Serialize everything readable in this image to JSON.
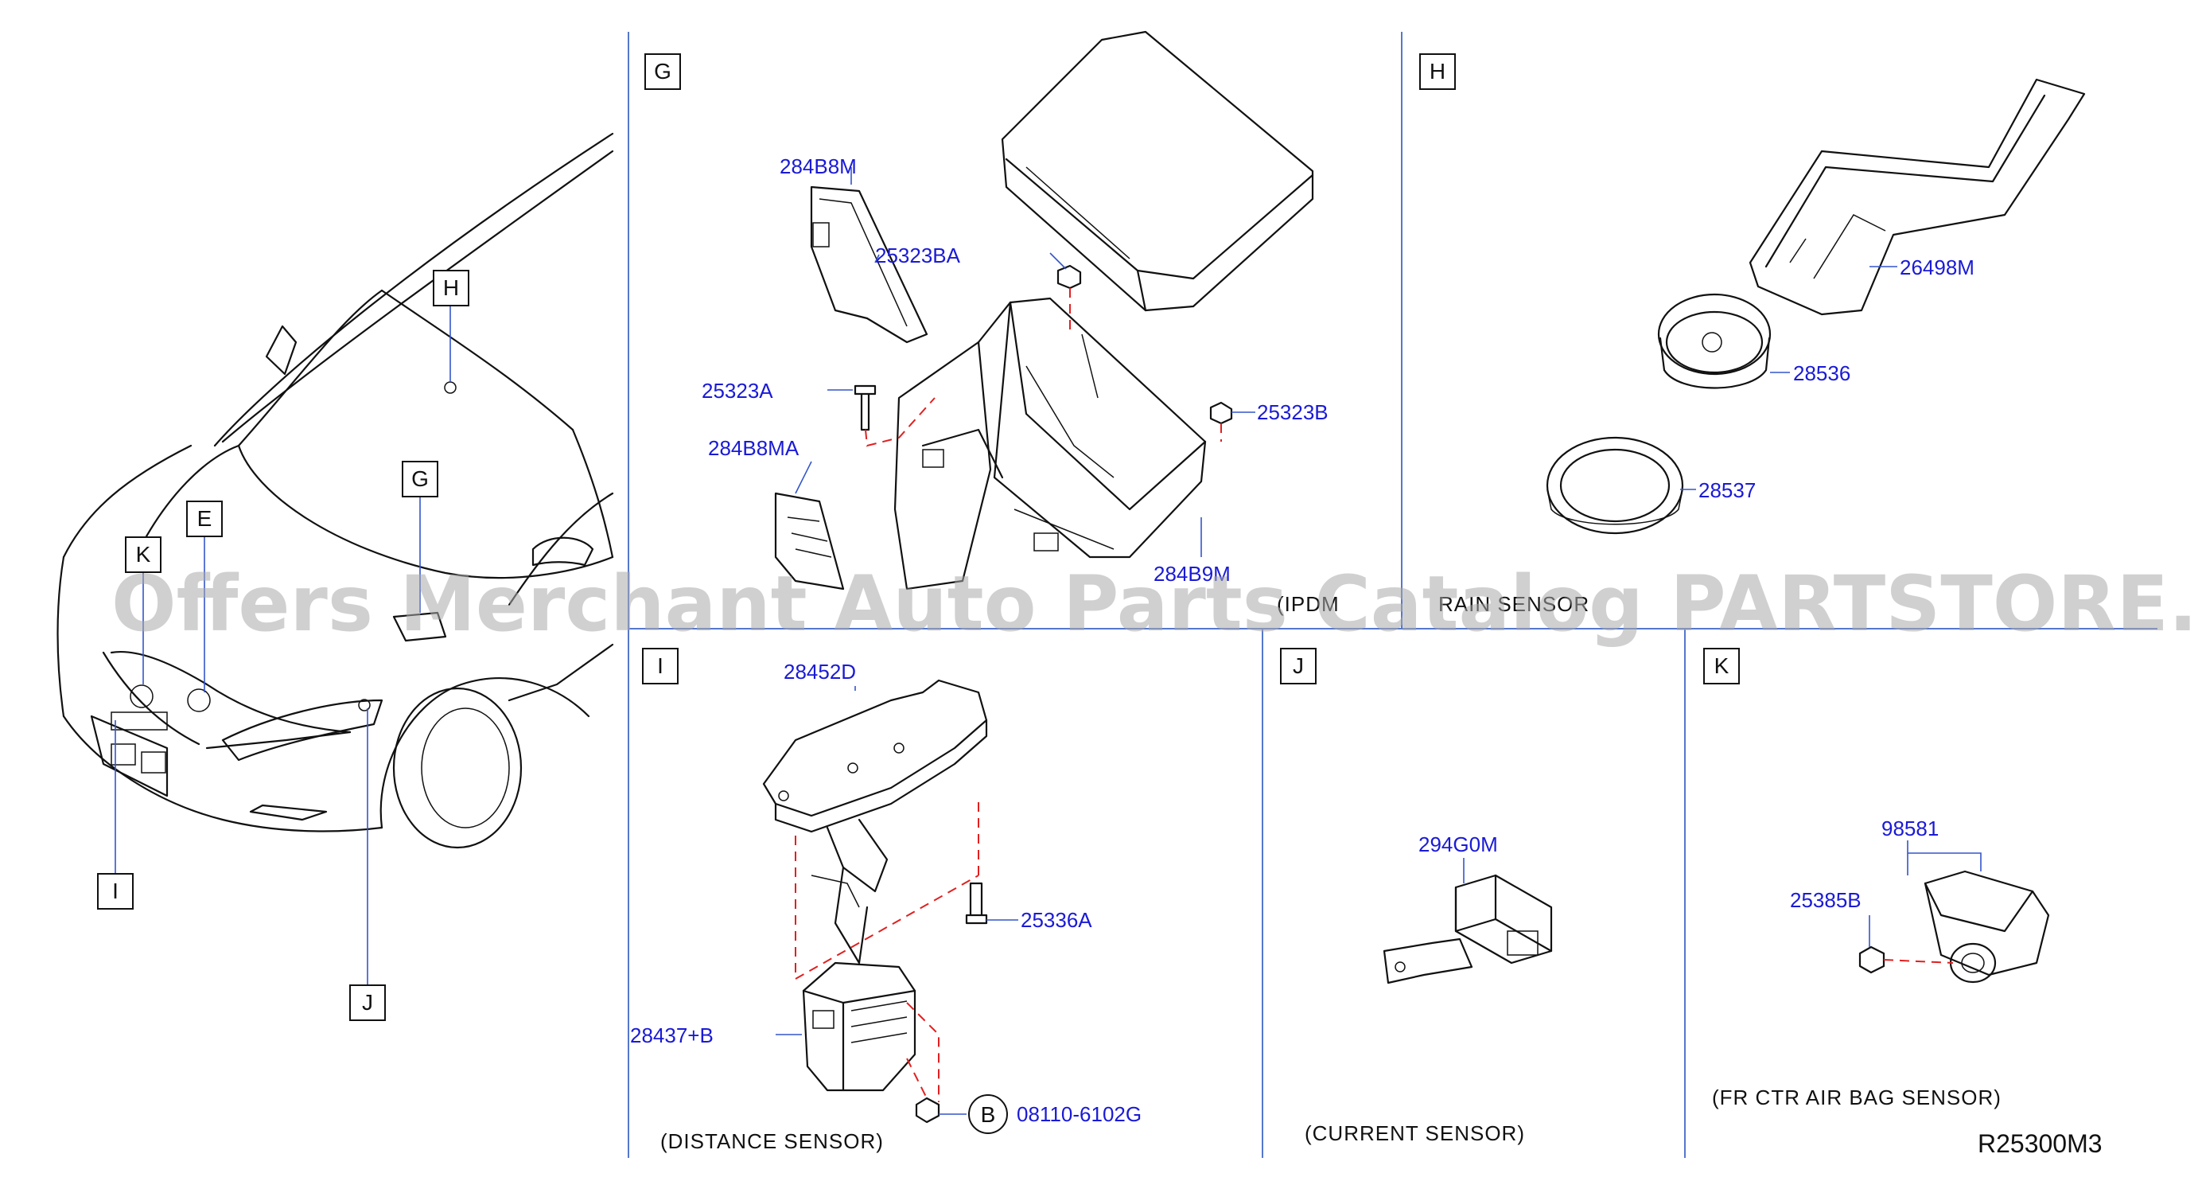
{
  "watermark": "Offers Merchant Auto Parts Catalog PARTSTORE.SA",
  "reference": "R25300M3",
  "callout_letters": {
    "K": "K",
    "E": "E",
    "H": "H",
    "G": "G",
    "I": "I",
    "J": "J"
  },
  "sections": {
    "G": {
      "letter": "G",
      "caption": "(IPDM",
      "parts": [
        "284B8M",
        "25323BA",
        "25323A",
        "284B8MA",
        "25323B",
        "284B9M"
      ]
    },
    "H": {
      "letter": "H",
      "caption": "RAIN SENSOR",
      "parts": [
        "26498M",
        "28536",
        "28537"
      ]
    },
    "I": {
      "letter": "I",
      "caption": "(DISTANCE   SENSOR)",
      "parts": [
        "28452D",
        "25336A",
        "28437+B",
        "08110-6102G"
      ],
      "bolt_badge": "B"
    },
    "J": {
      "letter": "J",
      "caption": "(CURRENT   SENSOR)",
      "parts": [
        "294G0M"
      ]
    },
    "K": {
      "letter": "K",
      "caption": "(FR   CTR   AIR   BAG   SENSOR)",
      "parts": [
        "98581",
        "25385B"
      ]
    }
  }
}
